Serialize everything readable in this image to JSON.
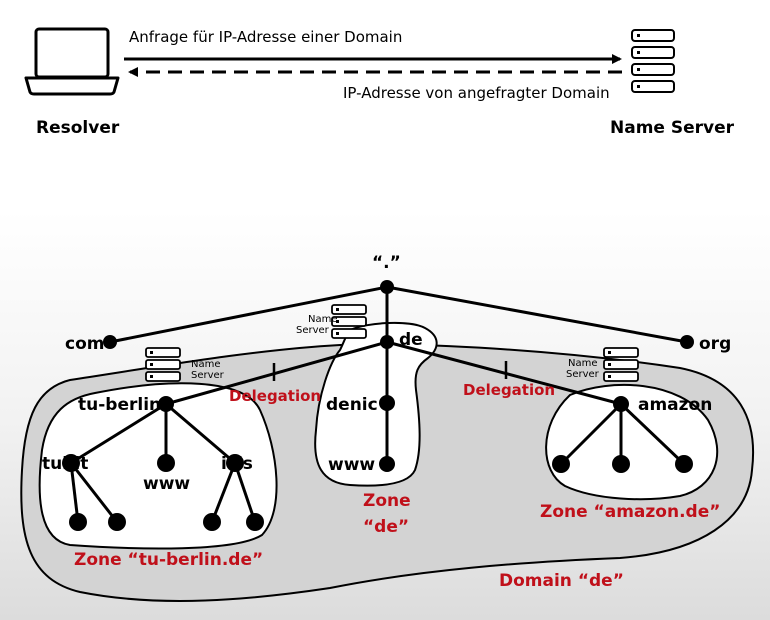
{
  "top": {
    "resolver_label": "Resolver",
    "nameserver_label": "Name Server",
    "request_label": "Anfrage für IP-Adresse einer Domain",
    "response_label": "IP-Adresse von angefragter Domain"
  },
  "tree": {
    "root": "“.”",
    "com": "com",
    "org": "org",
    "de": "de",
    "tu_berlin": "tu-berlin",
    "denic": "denic",
    "www_de": "www",
    "amazon": "amazon",
    "tubit": "tubit",
    "www_tu": "www",
    "isis": "isis"
  },
  "servers": {
    "name": "Name",
    "server": "Server"
  },
  "annotations": {
    "delegation_left": "Delegation",
    "delegation_right": "Delegation",
    "zone_de_line1": "Zone",
    "zone_de_line2": "“de”",
    "zone_amazon": "Zone “amazon.de”",
    "zone_tuberlin": "Zone “tu-berlin.de”",
    "domain_de": "Domain “de”"
  },
  "colors": {
    "accent_red": "#c0101a",
    "zone_fill": "#ffffff",
    "domain_fill": "#d3d3d3"
  }
}
